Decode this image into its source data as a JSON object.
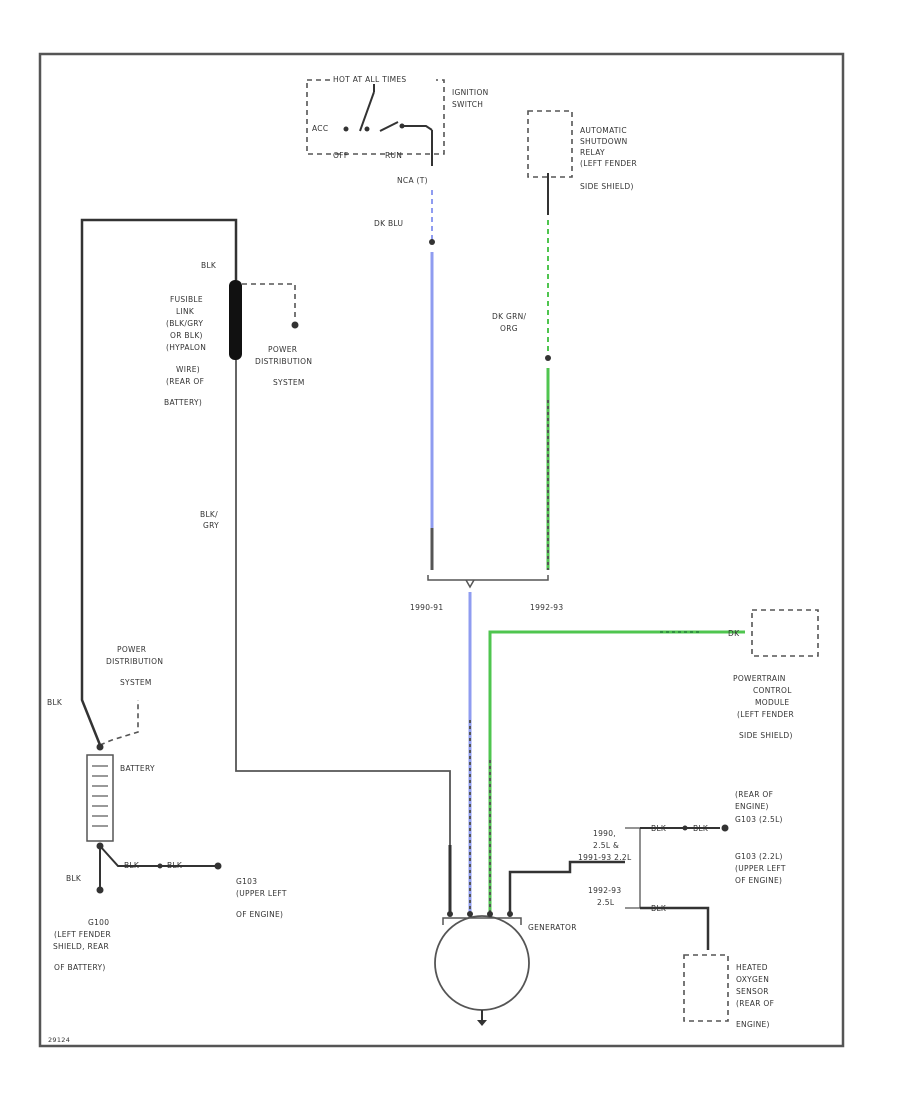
{
  "diagram": {
    "colors": {
      "border": "#555555",
      "wire_black": "#333333",
      "wire_gray": "#555555",
      "wire_blue": "#8f9cf0",
      "wire_green": "#4fc54f",
      "wire_dark_green": "#2f8f3f",
      "fusible_link": "#111111"
    },
    "ignition": {
      "hot_at_all_times": "HOT AT ALL TIMES",
      "title_1": "IGNITION",
      "title_2": "SWITCH",
      "acc": "ACC",
      "off": "OFF",
      "run": "RUN",
      "connector": "NCA (T)",
      "wire_color": "DK BLU"
    },
    "asd_relay": {
      "line1": "AUTOMATIC",
      "line2": "SHUTDOWN",
      "line3": "RELAY",
      "line4": "(LEFT FENDER",
      "line5": "SIDE SHIELD)",
      "wire_color_1": "DK GRN/",
      "wire_color_2": "ORG"
    },
    "fusible_link": {
      "wire_top": "BLK",
      "line1": "FUSIBLE",
      "line2": "LINK",
      "line3": "(BLK/GRY",
      "line4": "OR BLK)",
      "line5": "(HYPALON",
      "line6": "WIRE)",
      "line7": "(REAR OF",
      "line8": "BATTERY)",
      "wire_bottom_1": "BLK/",
      "wire_bottom_2": "GRY"
    },
    "power_distribution_top": {
      "line1": "POWER",
      "line2": "DISTRIBUTION",
      "line3": "SYSTEM"
    },
    "power_distribution_left": {
      "line1": "POWER",
      "line2": "DISTRIBUTION",
      "line3": "SYSTEM"
    },
    "splice": {
      "left_years": "1990-91",
      "right_years": "1992-93"
    },
    "pcm": {
      "wire_label": "DK",
      "line1": "POWERTRAIN",
      "line2": "CONTROL",
      "line3": "MODULE",
      "line4": "(LEFT FENDER",
      "line5": "SIDE SHIELD)"
    },
    "battery": {
      "label": "BATTERY",
      "wire_top": "BLK",
      "wire_bottom": "BLK",
      "ground_label": "BLK"
    },
    "ground_g100": {
      "line1": "G100",
      "line2": "(LEFT FENDER",
      "line3": "SHIELD, REAR",
      "line4": "OF BATTERY)"
    },
    "ground_g103_left": {
      "line1": "G103",
      "line2": "(UPPER LEFT",
      "line3": "OF ENGINE)"
    },
    "generator": {
      "label": "GENERATOR"
    },
    "right_grounds": {
      "opt_1990": "1990,",
      "opt_engine": "2.5L &",
      "opt_1991_93": "1991-93 2.2L",
      "opt_1992_93": "1992-93",
      "opt_engine_2": "2.5L",
      "rear_engine_1": "(REAR OF",
      "rear_engine_2": "ENGINE)",
      "g103_right": "G103   (2.5L)",
      "g101_1": "G103   (2.2L)",
      "g101_2": "(UPPER LEFT",
      "g101_3": "OF ENGINE)"
    },
    "o2_sensor": {
      "line1": "HEATED",
      "line2": "OXYGEN",
      "line3": "SENSOR",
      "line4": "(REAR OF",
      "line5": "ENGINE)"
    },
    "figure_id": "29124"
  }
}
